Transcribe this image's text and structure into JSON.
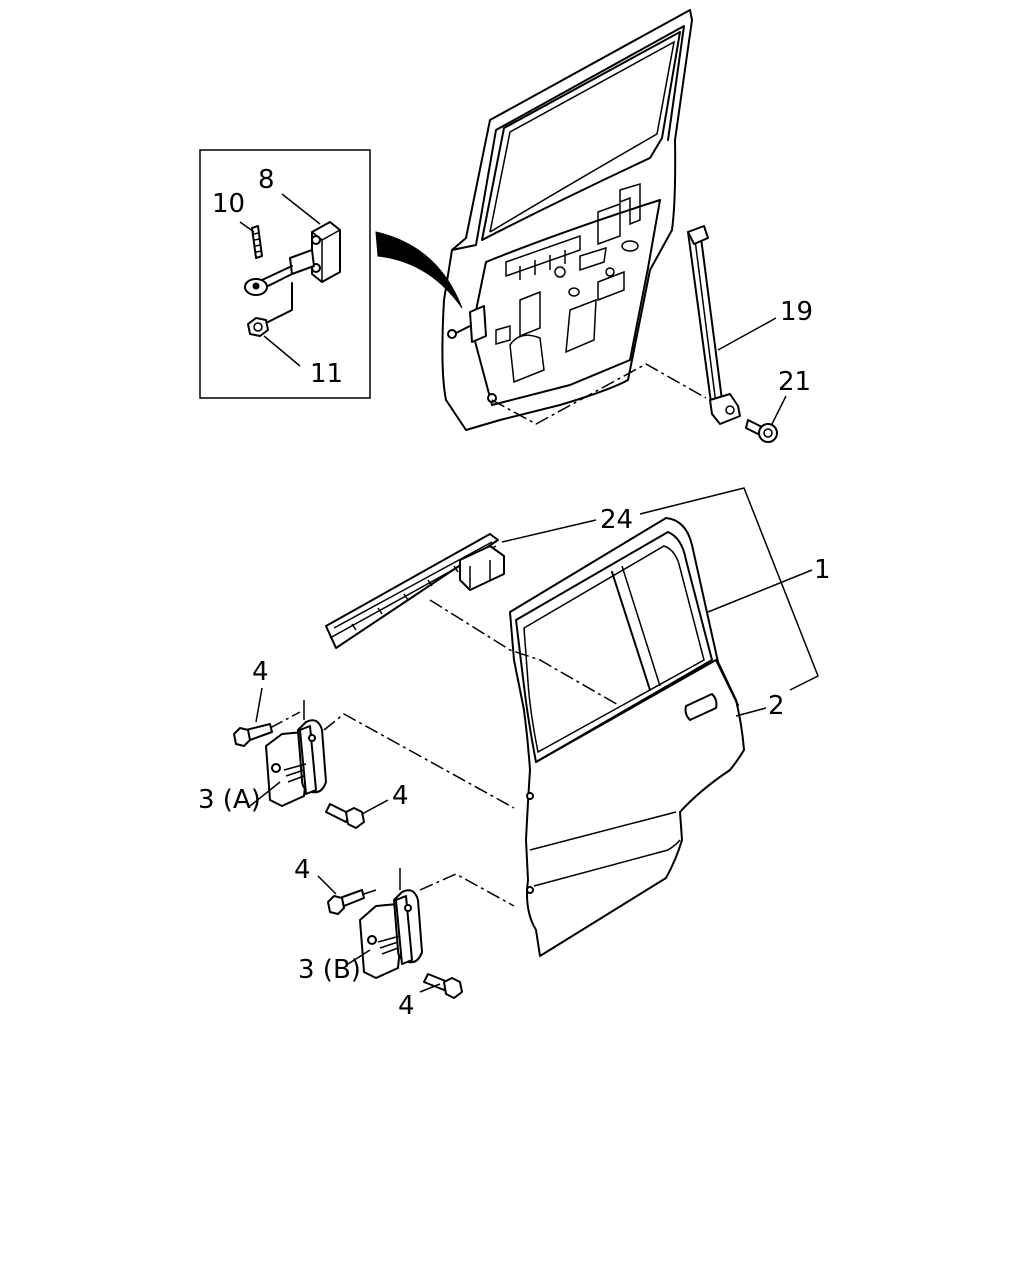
{
  "labels": {
    "p1": "1",
    "p2": "2",
    "p3a": "3 (A)",
    "p3b": "3 (B)",
    "p4a": "4",
    "p4b": "4",
    "p4c": "4",
    "p4d": "4",
    "p8": "8",
    "p10": "10",
    "p11": "11",
    "p19": "19",
    "p21": "21",
    "p24": "24"
  }
}
